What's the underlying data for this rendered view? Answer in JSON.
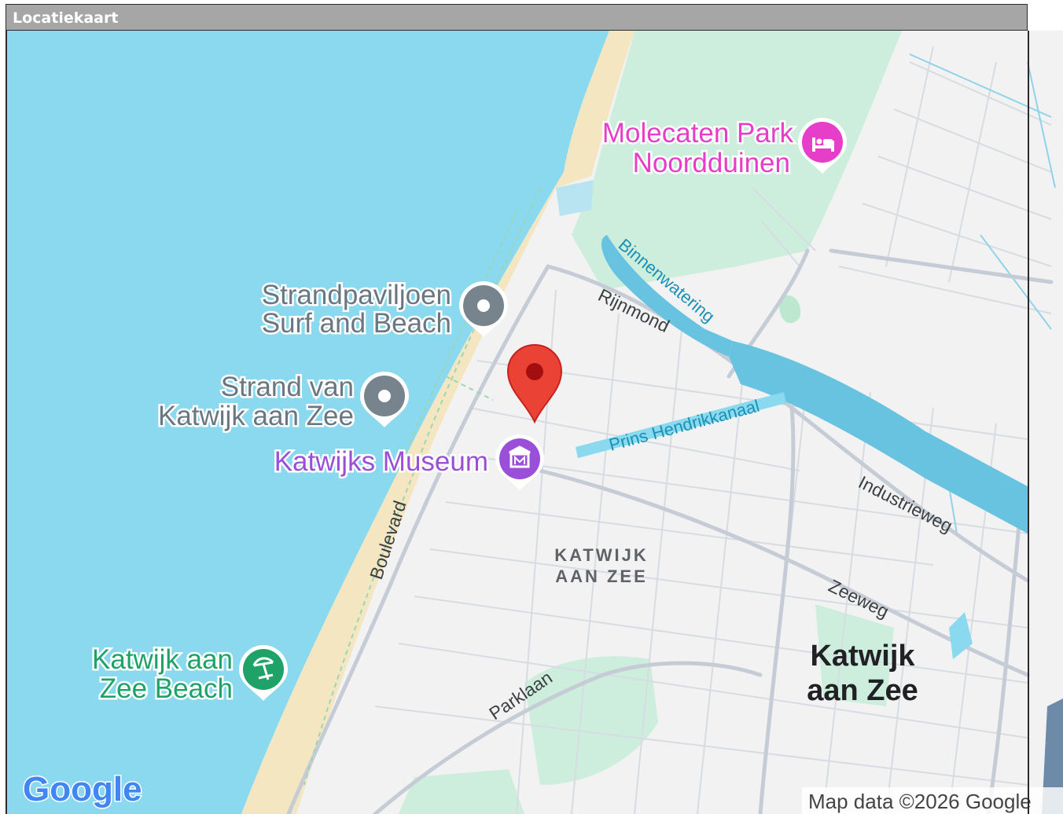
{
  "panel": {
    "title": "Locatiekaart"
  },
  "map": {
    "pois": [
      {
        "name": "Molecaten Park Noordduinen",
        "lines": [
          "Molecaten Park",
          "Noordduinen"
        ],
        "icon": "hotel-bed-icon",
        "color": "#e63ec8"
      },
      {
        "name": "Strandpaviljoen Surf and Beach",
        "lines": [
          "Strandpaviljoen",
          "Surf and Beach"
        ],
        "icon": "generic-place-icon",
        "color": "#78848d"
      },
      {
        "name": "Strand van Katwijk aan Zee",
        "lines": [
          "Strand van",
          "Katwijk aan Zee"
        ],
        "icon": "generic-place-icon",
        "color": "#78848d"
      },
      {
        "name": "Katwijks Museum",
        "lines": [
          "Katwijks Museum"
        ],
        "icon": "museum-icon",
        "color": "#9a4fd9"
      },
      {
        "name": "Katwijk aan Zee Beach",
        "lines": [
          "Katwijk aan",
          "Zee Beach"
        ],
        "icon": "beach-umbrella-icon",
        "color": "#1ea267"
      }
    ],
    "streets": [
      "Rijnmond",
      "Boulevard",
      "Industrieweg",
      "Zeeweg",
      "Parklaan"
    ],
    "water_labels": [
      "Binnenwatering",
      "Prins Hendrikkanaal"
    ],
    "district_label": [
      "KATWIJK",
      "AAN ZEE"
    ],
    "city_label": [
      "Katwijk",
      "aan Zee"
    ],
    "marker": {
      "icon": "location-pin-icon",
      "color": "#ea4335"
    },
    "logo": "Google",
    "attribution": "Map data ©2026 Google",
    "colors": {
      "sea": "#8ad9ee",
      "beach": "#f5e6c2",
      "land": "#f2f2f3",
      "park": "#cdeedd",
      "road": "#c6ccd6",
      "canal": "#67c3e0"
    }
  }
}
